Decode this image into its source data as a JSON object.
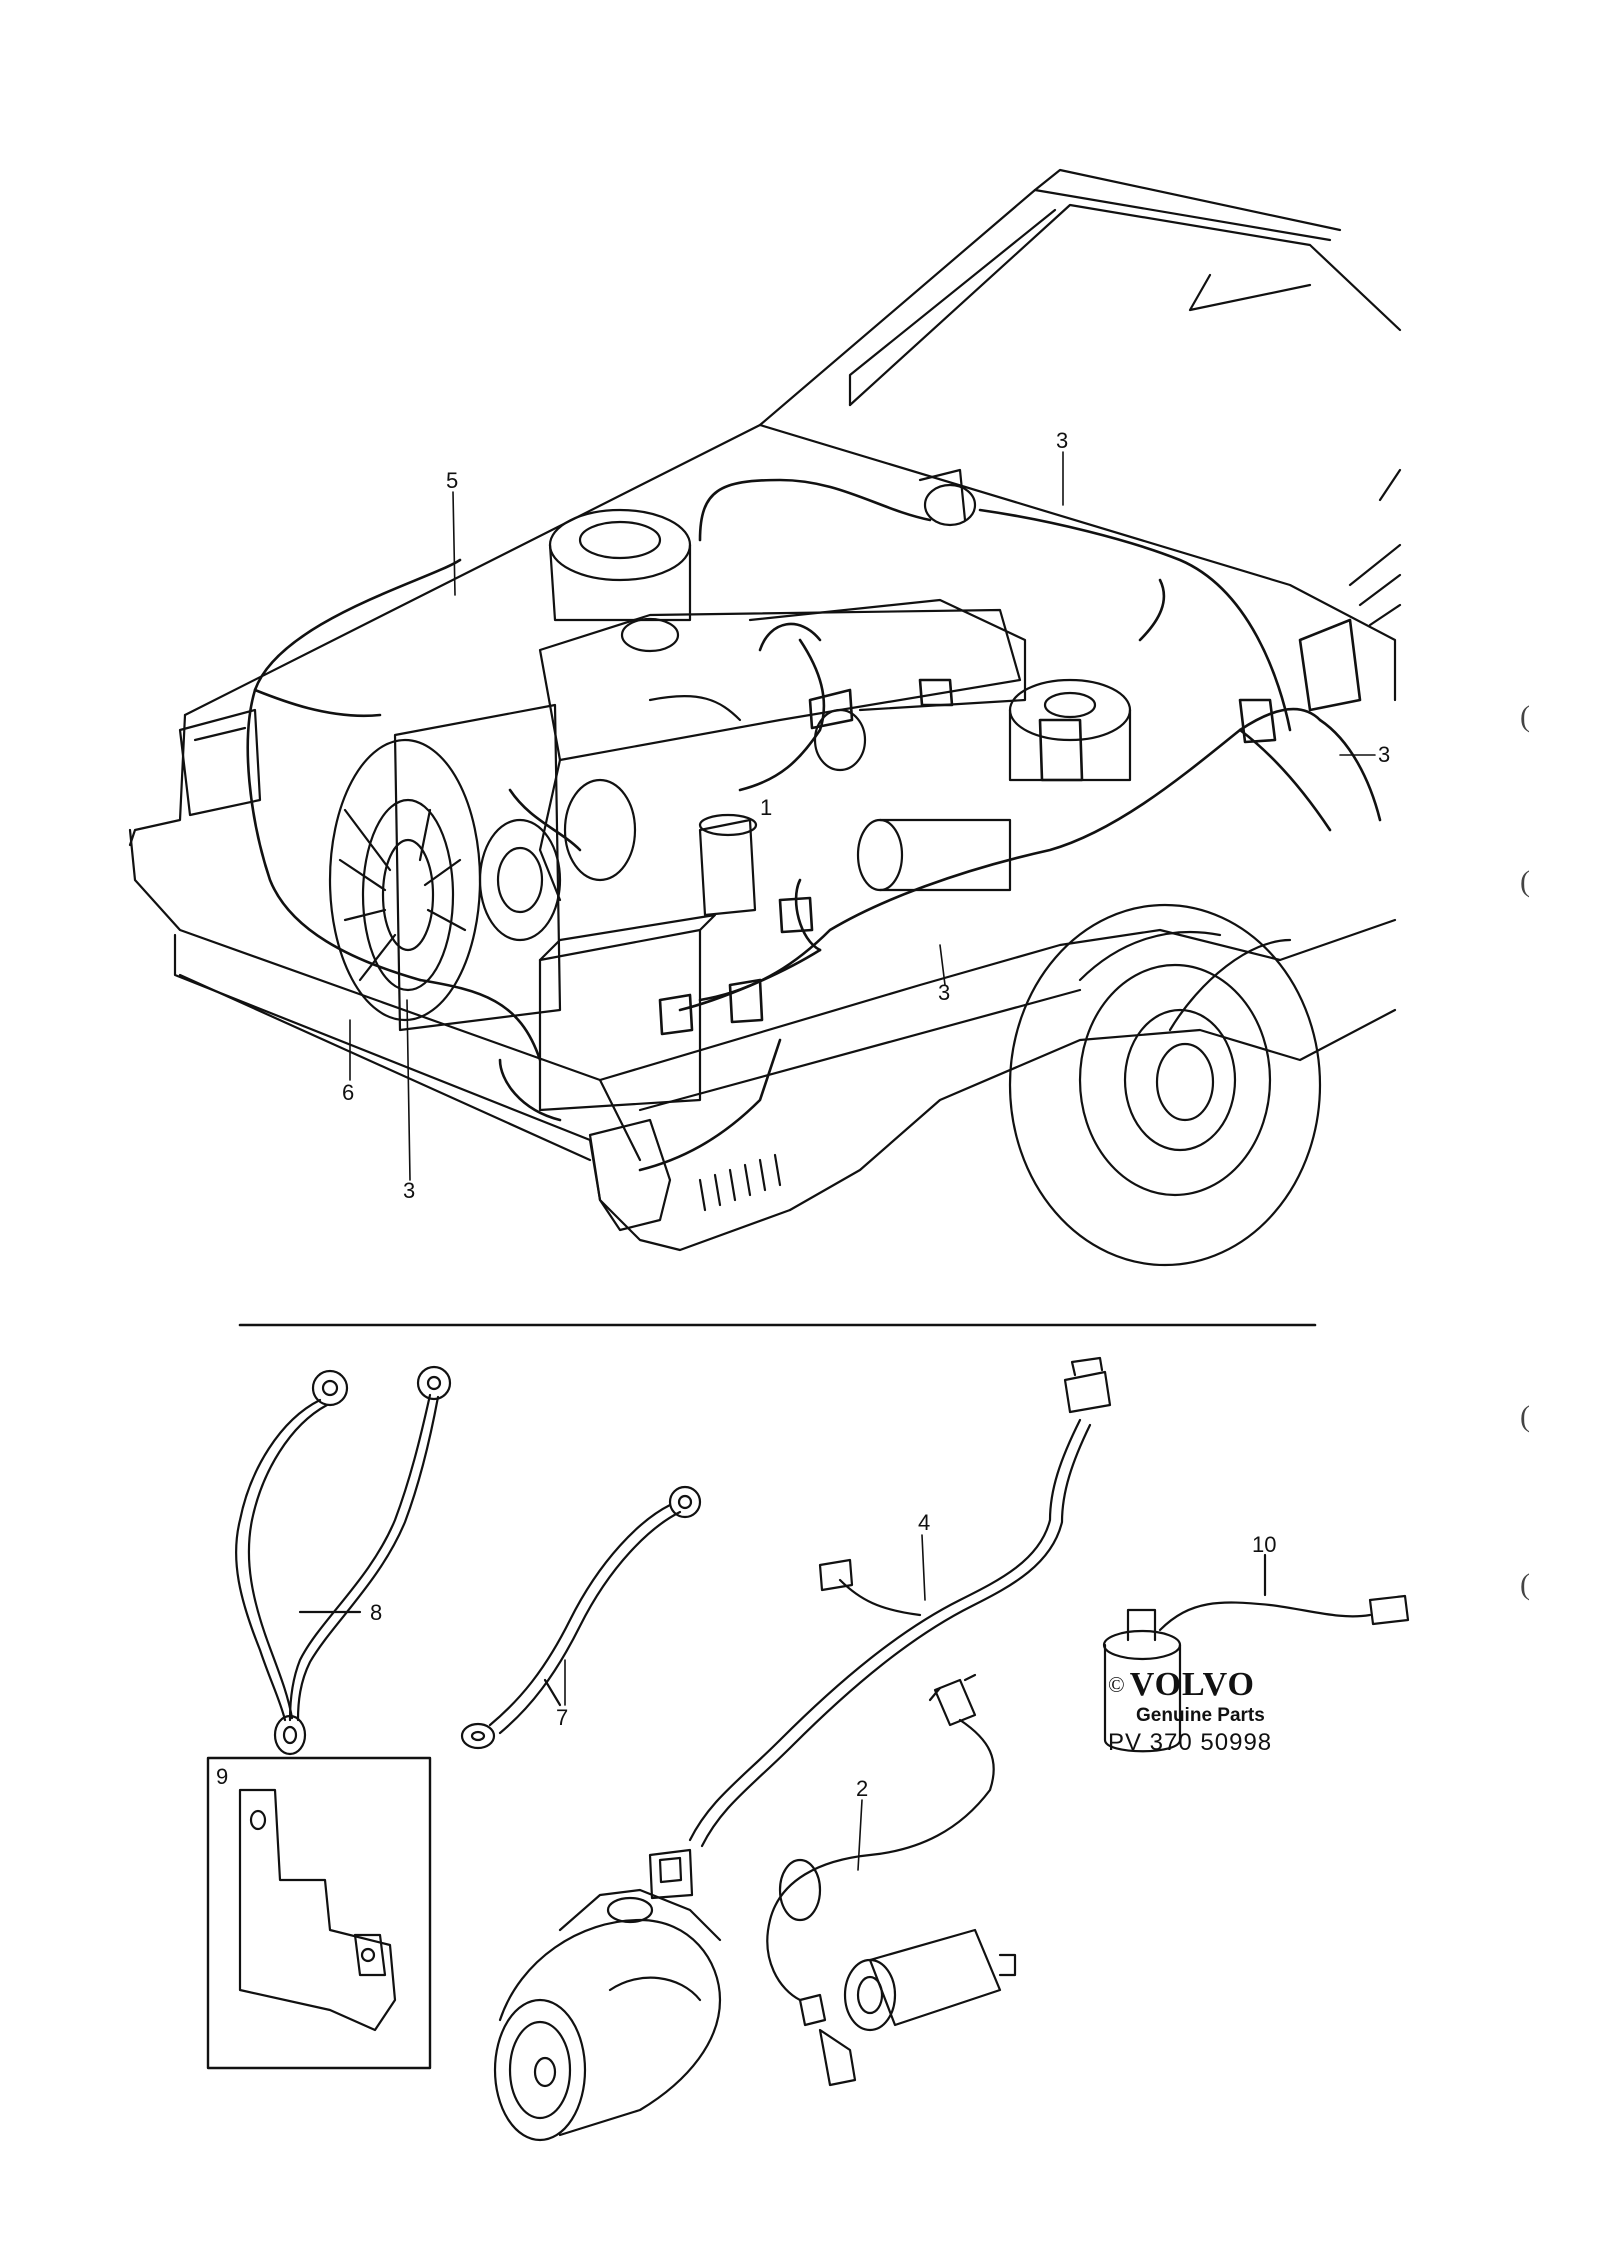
{
  "callouts": {
    "c1": "1",
    "c2": "2",
    "c3a": "3",
    "c3b": "3",
    "c3c": "3",
    "c3d": "3",
    "c4": "4",
    "c5": "5",
    "c6": "6",
    "c7": "7",
    "c8": "8",
    "c9": "9",
    "c10": "10"
  },
  "brand": {
    "copyright": "©",
    "logo": "VOLVO",
    "tagline": "Genuine Parts",
    "reference": "PV 370 50998"
  },
  "margin_marks": [
    "(",
    "(",
    "(",
    "("
  ],
  "colors": {
    "line": "#111111",
    "paper": "#ffffff"
  }
}
